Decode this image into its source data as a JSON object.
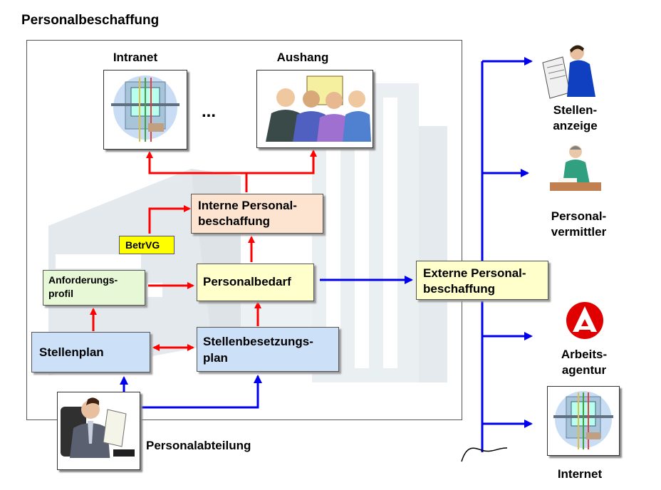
{
  "title": "Personalbeschaffung",
  "nodes": {
    "intranet": "Intranet",
    "aushang": "Aushang",
    "ellipsis": "...",
    "interne": "Interne Personal-\nbeschaffung",
    "betrvg": "BetrVG",
    "anforderung": "Anforderungs-\nprofil",
    "bedarf": "Personalbedarf",
    "stellenplan": "Stellenplan",
    "besetzung": "Stellenbesetzungs-\nplan",
    "abteilung": "Personalabteilung",
    "externe": "Externe Personal-\nbeschaffung"
  },
  "channels": {
    "stellenanzeige": "Stellen-\nanzeige",
    "vermittler": "Personal-\nvermittler",
    "agentur": "Arbeits-\nagentur",
    "internet": "Internet"
  },
  "colors": {
    "red_arrow": "#ff0000",
    "blue_arrow": "#0000ee",
    "box_blue": "#cce0f8",
    "box_yellow": "#ffffcc",
    "box_peach": "#fce4d0",
    "box_green": "#e6f8d6",
    "betrvg_yellow": "#ffff00"
  },
  "icons": [
    "monitor-network-icon",
    "group-meeting-icon",
    "newspaper-reader-icon",
    "desk-man-icon",
    "arbeitsagentur-logo-icon",
    "businessman-document-icon"
  ]
}
